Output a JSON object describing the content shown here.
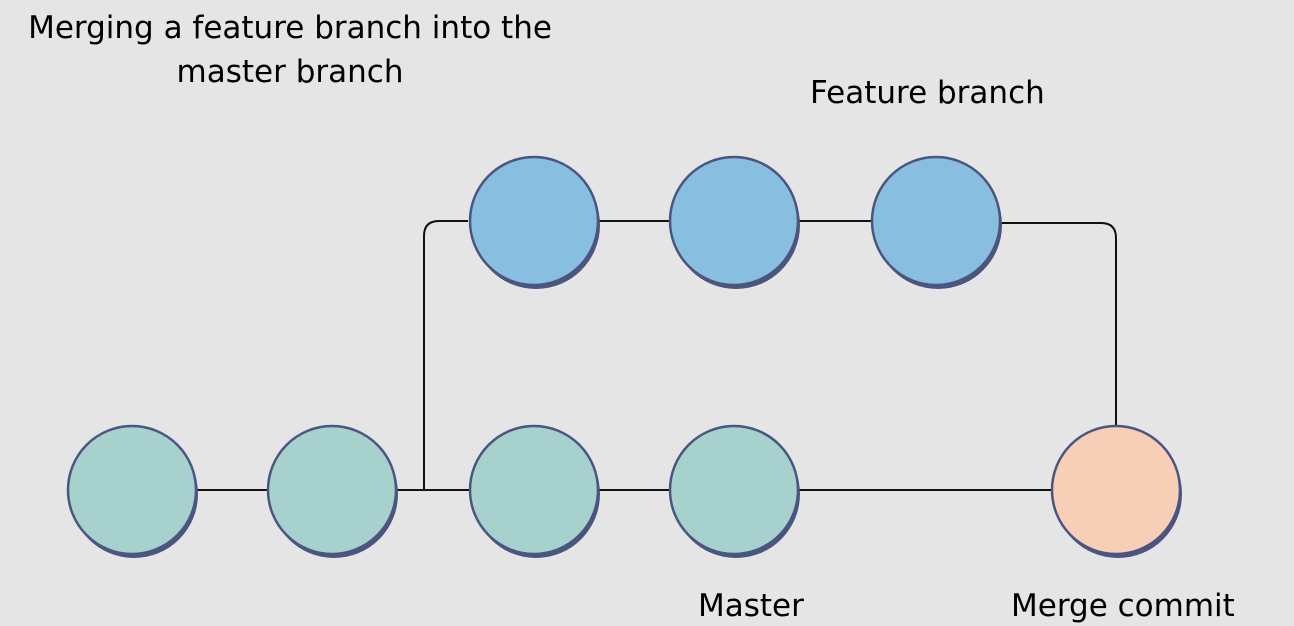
{
  "title": "Merging a feature branch into the master branch",
  "labels": {
    "feature": "Feature branch",
    "master": "Master",
    "merge": "Merge commit"
  },
  "colors": {
    "background": "#e6e5e6",
    "master_commit": "#a6d1cd",
    "feature_commit": "#88bfe0",
    "merge_commit": "#f7cfb6",
    "outline": "#4a5580",
    "line": "#111111"
  }
}
